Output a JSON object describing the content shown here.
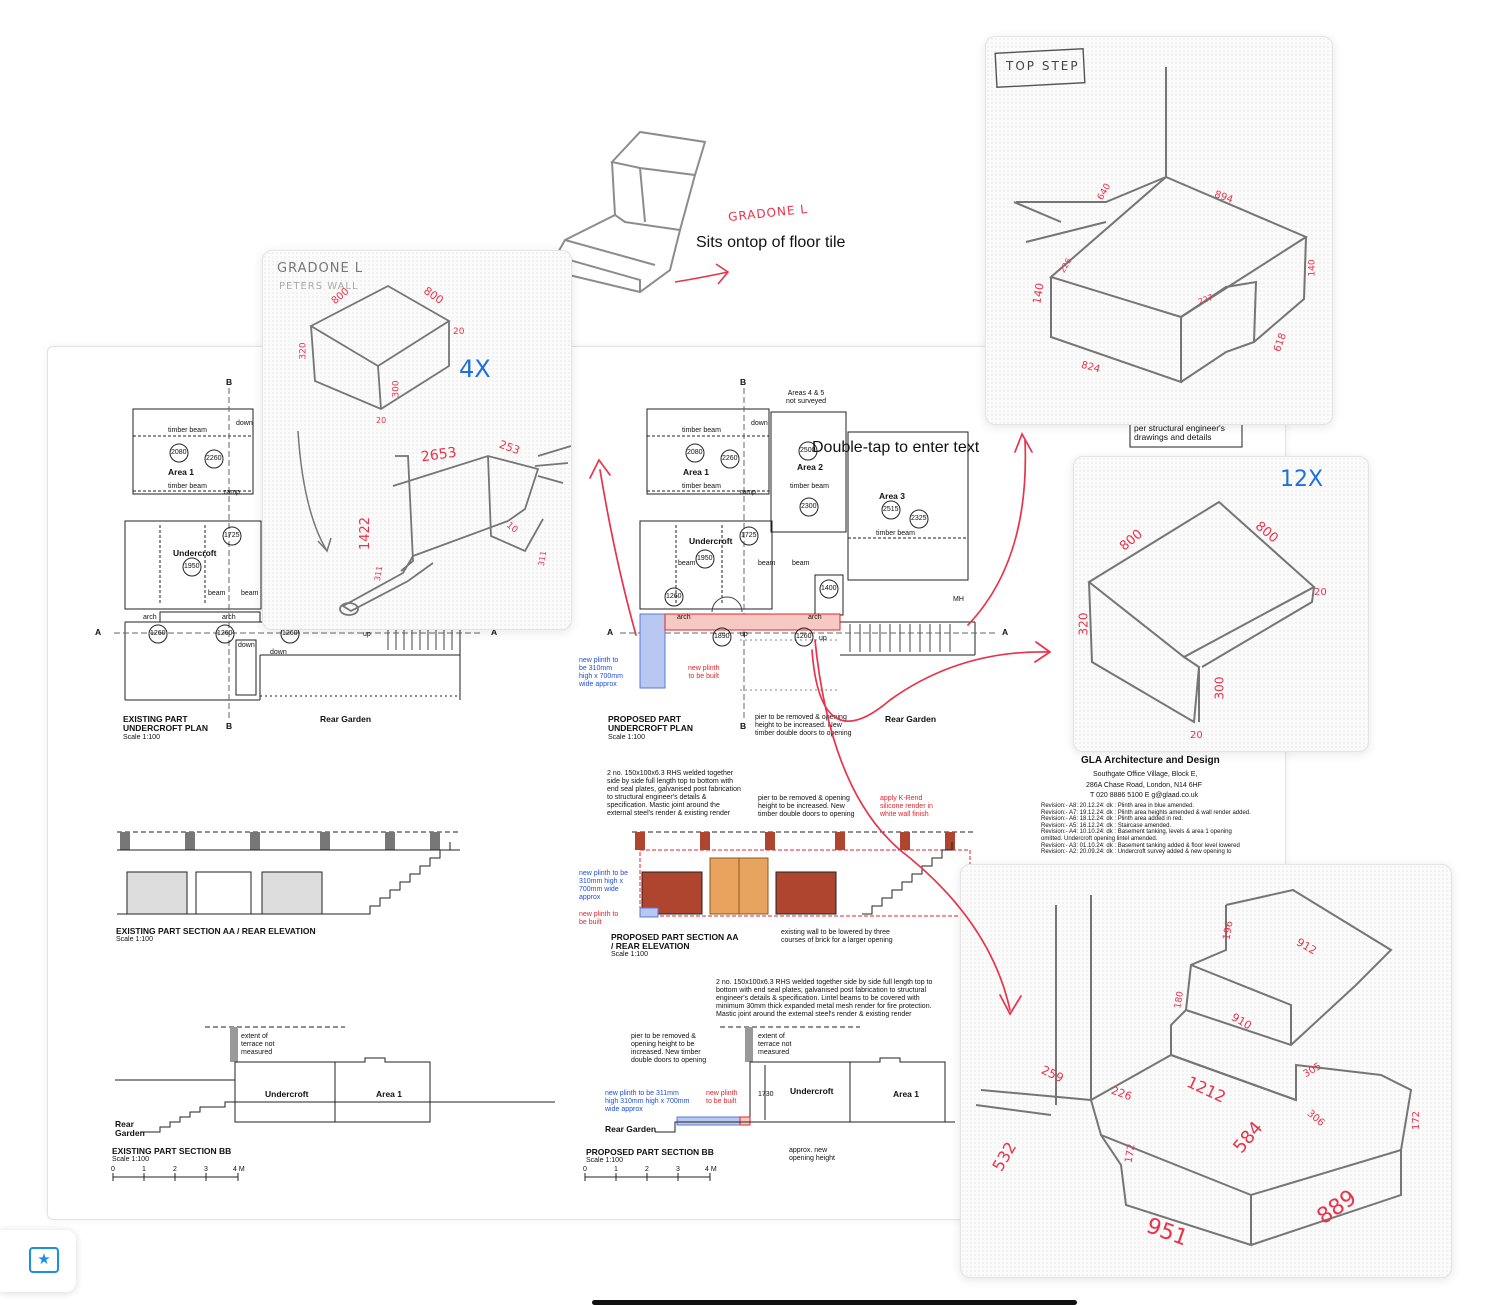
{
  "canvas": {
    "text_boxes": {
      "floor_tile": "Sits ontop of floor tile",
      "double_tap": "Double-tap to enter text"
    },
    "handwritten": {
      "gradone_top": "GRADONE L",
      "gradone_card": "GRADONE L",
      "peters_wall": "PETERS WALL",
      "top_step": "TOP STEP",
      "qty_4x": "4X",
      "qty_12x": "12X"
    },
    "dims_card1": [
      "800",
      "800",
      "20",
      "320",
      "300",
      "20",
      "2653",
      "253",
      "1422",
      "10",
      "311",
      "311"
    ],
    "dims_card2": [
      "640",
      "894",
      "140",
      "226",
      "140",
      "227",
      "824",
      "618"
    ],
    "dims_card3": [
      "800",
      "800",
      "20",
      "320",
      "300",
      "20"
    ],
    "dims_card4": [
      "196",
      "912",
      "180",
      "910",
      "1212",
      "259",
      "226",
      "305",
      "306",
      "584",
      "172",
      "532",
      "172",
      "951",
      "889"
    ]
  },
  "drawing": {
    "existing_plan": {
      "title": "EXISTING PART\nUNDERCROFT PLAN",
      "scale": "Scale 1:100",
      "labels": {
        "b_top": "B",
        "b_bottom": "B",
        "a_left": "A",
        "a_right": "A",
        "down": "down",
        "timber_beam": "timber beam",
        "timber_beam2": "timber beam",
        "area1": "Area 1",
        "ramp": "ramp",
        "undercroft": "Undercroft",
        "beam1": "beam",
        "beam2": "beam",
        "arch1": "arch",
        "arch2": "arch",
        "down2": "down",
        "down3": "down",
        "up": "up",
        "rear_garden": "Rear Garden"
      },
      "circles": [
        "2080",
        "2260",
        "1725",
        "1950",
        "1260",
        "1260",
        "1260"
      ]
    },
    "proposed_plan": {
      "title": "PROPOSED PART\nUNDERCROFT PLAN",
      "scale": "Scale 1:100",
      "labels": {
        "b_top": "B",
        "b_bottom": "B",
        "a_left": "A",
        "a_right": "A",
        "areas45": "Areas 4 & 5\nnot surveyed",
        "down": "down",
        "timber_beam": "timber beam",
        "timber_beam2": "timber beam",
        "timber_beam3": "timber beam",
        "timber_beam4": "timber beam",
        "area1": "Area 1",
        "area2": "Area 2",
        "area3": "Area 3",
        "ramp": "ramp",
        "undercroft": "Undercroft",
        "beam1": "beam",
        "beam2": "beam",
        "beam3": "beam",
        "arch1": "arch",
        "arch2": "arch",
        "up1": "up",
        "up2": "up",
        "mh": "MH",
        "rear_garden": "Rear Garden",
        "plinth_blue": "new plinth to\nbe 310mm\nhigh x 700mm\nwide approx",
        "plinth_red": "new plinth\nto be built",
        "pier_note": "pier to be removed & opening\nheight to be increased. New\ntimber double doors to opening"
      },
      "circles": [
        "2080",
        "2260",
        "2500",
        "2300",
        "2515",
        "2325",
        "1725",
        "1950",
        "1260",
        "1400",
        "1890",
        "1260"
      ]
    },
    "existing_section_aa": {
      "title": "EXISTING PART SECTION AA / REAR ELEVATION",
      "scale": "Scale 1:100"
    },
    "proposed_section_aa": {
      "title": "PROPOSED PART SECTION AA\n/ REAR ELEVATION",
      "scale": "Scale 1:100",
      "rhs_note": "2 no. 150x100x6.3 RHS welded together\nside by side full length top to bottom with\nend seal plates, galvanised post fabrication\nto structural engineer's details &\nspecification. Mastic joint around the\nexternal steel's render & existing render",
      "pier_note": "pier to be removed & opening\nheight to be increased. New\ntimber double doors to opening",
      "krend": "apply K-Rend\nsilicone render in\nwhite wall finish",
      "plinth_blue": "new plinth to be\n310mm high x\n700mm wide\napprox",
      "plinth_red": "new plinth to\nbe built",
      "lowered": "existing wall to be lowered by three\ncourses of brick for a larger opening"
    },
    "existing_section_bb": {
      "title": "EXISTING PART SECTION BB",
      "scale": "Scale 1:100",
      "terrace": "extent of\nterrace not\nmeasured",
      "undercroft": "Undercroft",
      "area1": "Area 1",
      "rear_garden": "Rear\nGarden",
      "scalebar": [
        "0",
        "1",
        "2",
        "3",
        "4 M"
      ]
    },
    "proposed_section_bb": {
      "title": "PROPOSED PART SECTION BB",
      "scale": "Scale 1:100",
      "rhs_note": "2 no. 150x100x6.3 RHS welded together side by side full length top to\nbottom with end seal plates, galvanised post fabrication to structural\nengineer's details & specification. Lintel beams to be covered with\nminimum 30mm thick expanded metal mesh render for fire protection.\nMastic joint around the external steel's render & existing render",
      "pier_note": "pier to be removed &\nopening height to be\nincreased. New timber\ndouble doors to opening",
      "terrace": "extent of\nterrace not\nmeasured",
      "undercroft": "Undercroft",
      "area1": "Area 1",
      "dim": "1730",
      "plinth_blue": "new plinth to be 311mm\nhigh 310mm high x 700mm\nwide approx",
      "plinth_red": "new plinth\nto be built",
      "rear_garden": "Rear Garden",
      "new_opening": "approx. new\nopening height",
      "scalebar": [
        "0",
        "1",
        "2",
        "3",
        "4 M"
      ]
    },
    "title_block": {
      "structural": "per structural engineer's\ndrawings and details",
      "firm": "GLA Architecture and Design",
      "address1": "Southgate Office Village, Block E,",
      "address2": "286A Chase Road, London, N14 6HF",
      "contact": "T 020 8886 5100   E g@glaad.co.uk",
      "revisions": [
        "Revision:- A8: 20.12.24: dk : Plinth area in blue amended.",
        "Revision:- A7: 19.12.24: dk : Plinth area heights amended & wall render added.",
        "Revision:- A6: 18.12.24: dk : Plinth area added in red.",
        "Revision:- A5: 16.12.24: dk : Staircase amended.",
        "Revision:- A4: 10.10.24: dk : Basement tanking, levels & area 1 opening omitted. Undercroft opening lintel amended.",
        "Revision:- A3: 01.10.24: dk : Basement tanking added & floor level lowered",
        "Revision:- A2: 20.09.24: dk : Undercroft survey added & new opening to"
      ]
    }
  },
  "toolbar": {
    "favorite_icon": "star-icon",
    "favorite_glyph": "★"
  },
  "colors": {
    "annotation_red": "#e8334a",
    "annotation_blue": "#1e6fe0",
    "plinth_blue": "#b9c8f0",
    "plinth_red": "#f6c9c3",
    "door_orange": "#e8a45e",
    "brick": "#b0452f"
  }
}
